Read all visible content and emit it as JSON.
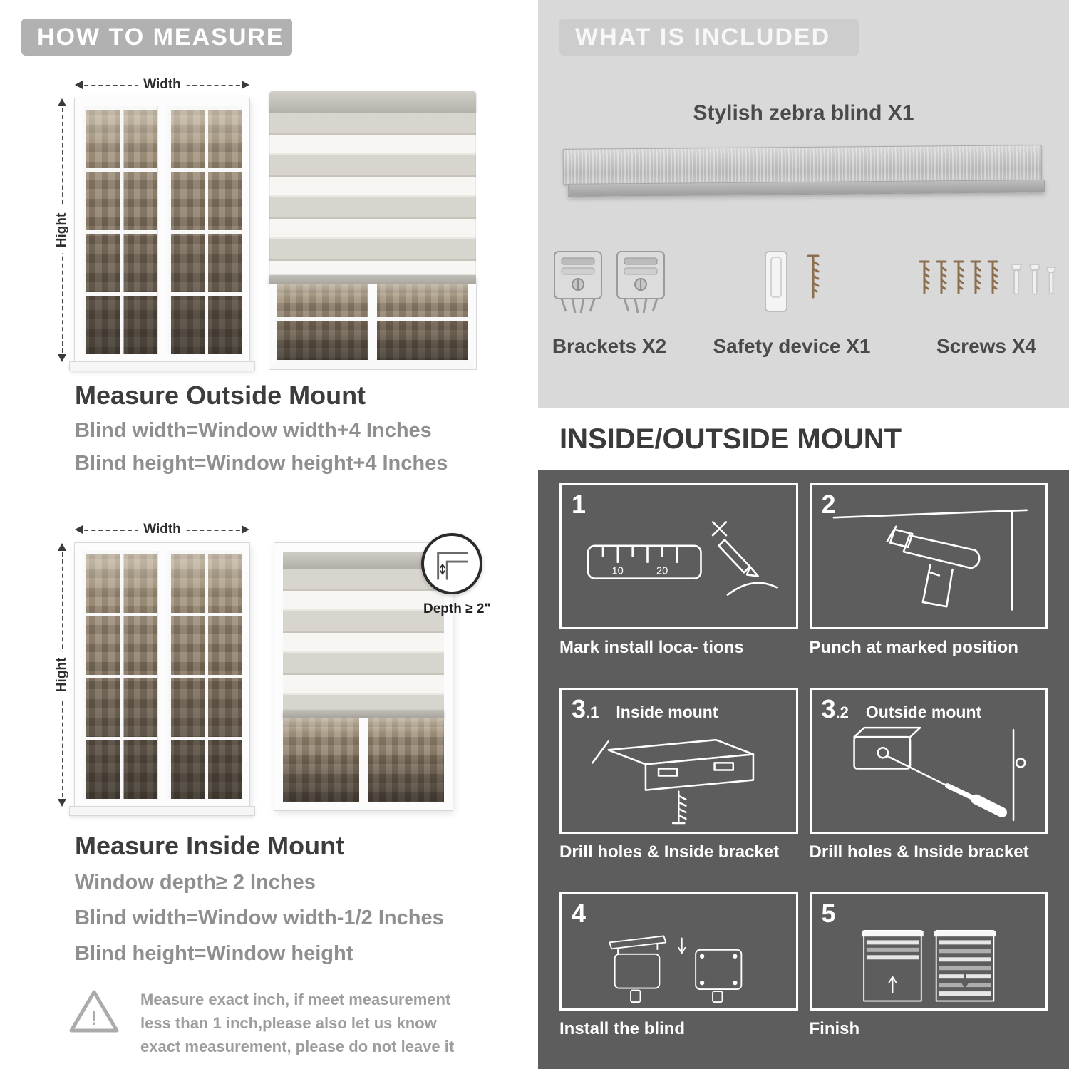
{
  "colors": {
    "badge_gray": "#b1b1b1",
    "light_section": "#d9d9d9",
    "dark_section": "#5d5d5d",
    "title_text": "#3d3d3d",
    "body_text": "#8f8f8f"
  },
  "left": {
    "header": "HOW TO MEASURE",
    "outside": {
      "width_label": "Width",
      "height_label": "Hight",
      "title": "Measure Outside Mount",
      "line1": "Blind width=Window width+4 Inches",
      "line2": "Blind height=Window height+4 Inches"
    },
    "inside": {
      "width_label": "Width",
      "height_label": "Hight",
      "depth_label": "Depth ≥ 2\"",
      "title": "Measure Inside Mount",
      "line1": "Window depth≥ 2 Inches",
      "line2": "Blind width=Window width-1/2 Inches",
      "line3": "Blind height=Window height"
    },
    "warning": {
      "icon": "!",
      "text": "Measure exact inch, if meet measurement less than 1 inch,please also let us know exact measurement, please do not leave it"
    }
  },
  "right": {
    "included": {
      "header": "WHAT IS INCLUDED",
      "blind_label": "Stylish zebra blind X1",
      "items": [
        {
          "label": "Brackets X2",
          "icon": "mounting-brackets-icon"
        },
        {
          "label": "Safety device X1",
          "icon": "safety-device-icon"
        },
        {
          "label": "Screws X4",
          "icon": "screws-anchors-icon"
        }
      ]
    },
    "mount": {
      "header": "INSIDE/OUTSIDE MOUNT",
      "ruler_marks": [
        "10",
        "20"
      ],
      "steps": [
        {
          "num": "1",
          "suffix": "",
          "sub": "",
          "caption": "Mark install loca- tions",
          "icon": "mark-locations-icon"
        },
        {
          "num": "2",
          "suffix": "",
          "sub": "",
          "caption": "Punch at  marked position",
          "icon": "drill-icon"
        },
        {
          "num": "3",
          "suffix": ".1",
          "sub": "Inside mount",
          "caption": "Drill holes &  Inside bracket",
          "icon": "inside-bracket-icon"
        },
        {
          "num": "3",
          "suffix": ".2",
          "sub": "Outside mount",
          "caption": "Drill holes &  Inside bracket",
          "icon": "outside-bracket-icon"
        },
        {
          "num": "4",
          "suffix": "",
          "sub": "",
          "caption": "Install the blind",
          "icon": "install-blind-icon"
        },
        {
          "num": "5",
          "suffix": "",
          "sub": "",
          "caption": "Finish",
          "icon": "finish-icon"
        }
      ]
    }
  }
}
